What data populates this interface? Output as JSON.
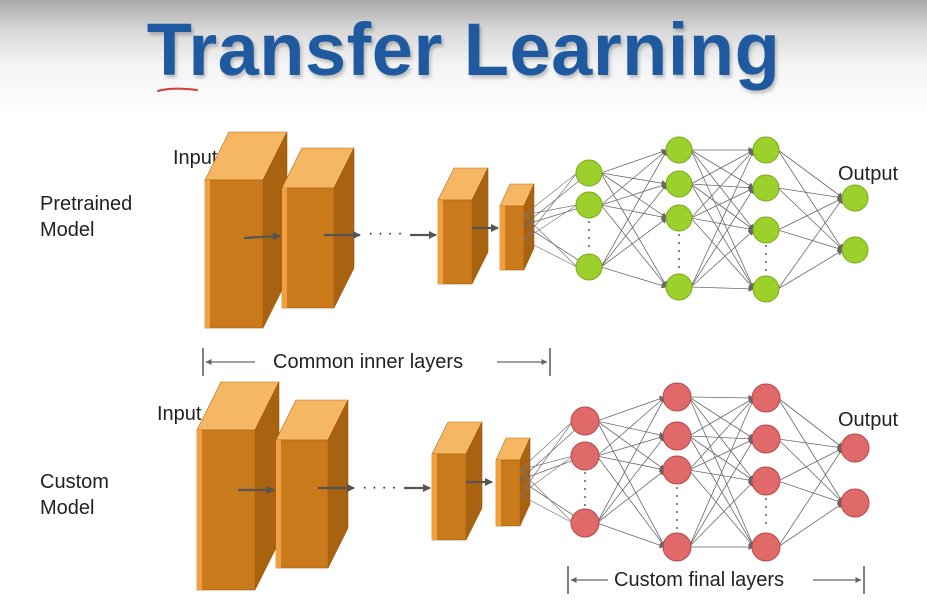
{
  "title": "Transfer Learning",
  "pretrained": {
    "label_line1": "Pretrained",
    "label_line2": "Model",
    "input_label": "Input",
    "output_label": "Output",
    "dots": "· · · ·"
  },
  "custom": {
    "label_line1": "Custom",
    "label_line2": "Model",
    "input_label": "Input",
    "output_label": "Output",
    "dots": "· · · ·"
  },
  "common_layers_label": "Common inner layers",
  "custom_layers_label": "Custom final layers",
  "colors": {
    "title": "#1f5aa0",
    "cnn_front": "#c97a1a",
    "cnn_side": "#f0a040",
    "cnn_top": "#f5b763",
    "pretrained_node": "#9bd12a",
    "custom_node": "#e06a6a",
    "arrow": "#555555",
    "pen_mark": "#d63a3a"
  }
}
